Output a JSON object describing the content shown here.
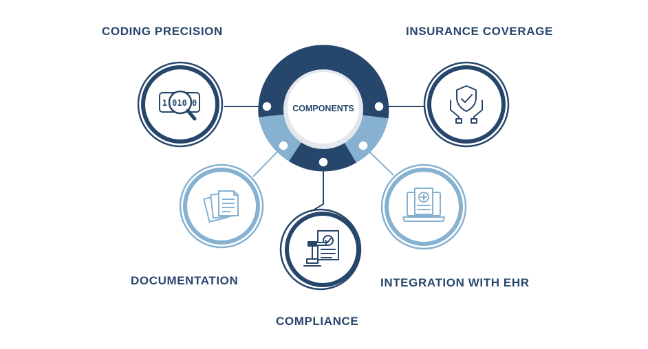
{
  "center": {
    "label": "COMPONENTS"
  },
  "components": [
    {
      "id": "coding",
      "label": "CODING PRECISION",
      "icon": "binary-magnifier-icon",
      "icon_text": "1 010 0",
      "tone": "dark"
    },
    {
      "id": "insurance",
      "label": "INSURANCE COVERAGE",
      "icon": "shield-hands-icon",
      "tone": "dark"
    },
    {
      "id": "documentation",
      "label": "DOCUMENTATION",
      "icon": "documents-stack-icon",
      "tone": "light"
    },
    {
      "id": "compliance",
      "label": "COMPLIANCE",
      "icon": "gavel-document-icon",
      "tone": "dark"
    },
    {
      "id": "integration",
      "label": "INTEGRATION WITH EHR",
      "icon": "medical-laptop-icon",
      "tone": "light"
    }
  ],
  "colors": {
    "dark": "#27466b",
    "light": "#86b1d1",
    "pale": "#e4e8ee",
    "text": "#27466b",
    "background": "#ffffff"
  }
}
